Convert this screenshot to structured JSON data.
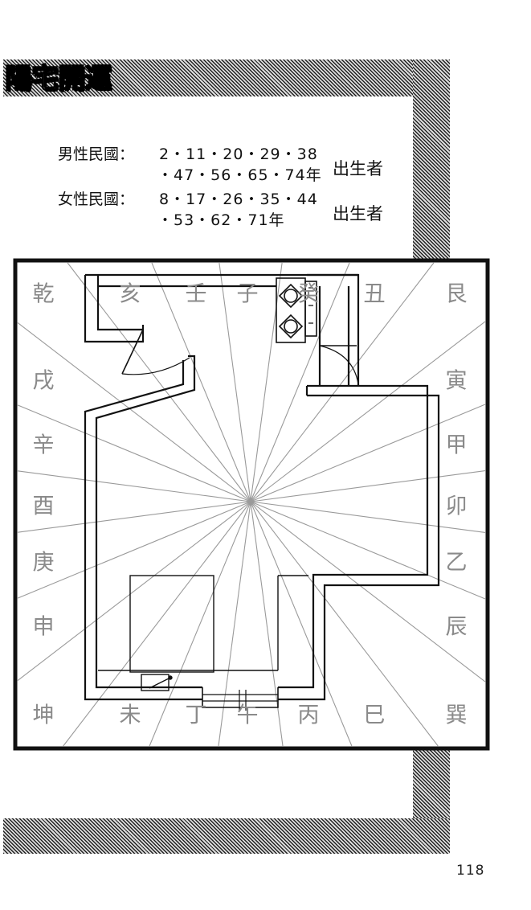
{
  "header": {
    "title": "陽宅開運"
  },
  "birth_years": {
    "male": {
      "label": "男性民國：",
      "line1": "2・11・20・29・38",
      "line2": "・47・56・65・74年",
      "suffix": "出生者"
    },
    "female": {
      "label": "女性民國：",
      "line1": "8・17・26・35・44",
      "line2": "・53・62・71年",
      "suffix": "出生者"
    }
  },
  "compass": {
    "directions_top": [
      "乾",
      "亥",
      "壬",
      "子",
      "癸",
      "丑",
      "艮"
    ],
    "directions_right": [
      "寅",
      "甲",
      "卯",
      "乙",
      "辰"
    ],
    "directions_bottom": [
      "坤",
      "未",
      "丁",
      "午",
      "丙",
      "巳",
      "巽"
    ],
    "directions_left": [
      "戌",
      "辛",
      "酉",
      "庚",
      "申"
    ]
  },
  "colors": {
    "border": "#111111",
    "wall": "#111111",
    "ray": "#9a9a9a",
    "direction_label": "#8a8a8a",
    "hatch_dark": "#222222",
    "hatch_light": "#dcdcdc"
  },
  "page": {
    "number": "118"
  }
}
